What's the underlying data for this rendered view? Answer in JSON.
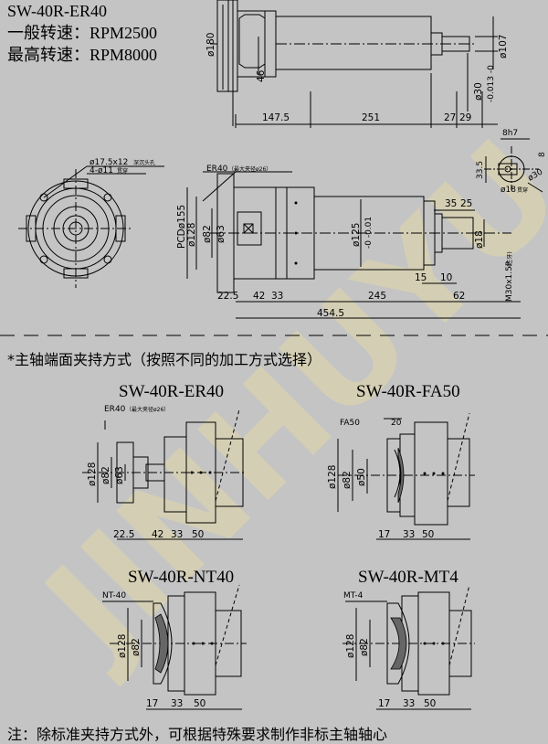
{
  "header": {
    "model": "SW-40R-ER40",
    "normal_speed": "一般转速：RPM2500",
    "max_speed": "最高转速：RPM8000"
  },
  "watermark": "JINHUYU",
  "main_drawing": {
    "side_view": {
      "dim_180": "ø180",
      "dim_46": "46",
      "dim_107": "ø107",
      "dim_30": "ø30",
      "dim_30_tol": "-0.013\n-0",
      "len_147_5": "147.5",
      "len_251": "251",
      "len_27": "27",
      "len_29": "29"
    },
    "end_view": {
      "holes_label": "ø17.5x12",
      "holes_note": "深沉头孔",
      "thru_label": "4-ø11",
      "thru_note": "贯穿"
    },
    "keyway": {
      "dim_8h7": "8h7",
      "dim_8": "8",
      "dim_33_5": "33.5",
      "dim_30": "ø30",
      "dim_18": "ø18",
      "dim_18_note": "贯穿"
    },
    "section": {
      "er_label": "ER40",
      "er_note": "（最大夹径ø26）",
      "pcd": "PCDø155",
      "d128": "ø128",
      "d82": "ø82",
      "d63": "ø63",
      "d125": "ø125",
      "d125_tol": "-0\n-0.01",
      "d18": "ø18",
      "thread": "M30x1.5P",
      "thread_note": "(左牙)",
      "len_35": "35",
      "len_25": "25",
      "len_15": "15",
      "len_10": "10",
      "len_22_5": "22.5",
      "len_42": "42",
      "len_33": "33",
      "len_245": "245",
      "len_62": "62",
      "len_454_5": "454.5"
    }
  },
  "section_title": "*主轴端面夹持方式（按照不同的加工方式选择）",
  "variants": [
    {
      "title": "SW-40R-ER40",
      "label": "ER40",
      "label_note": "（最大夹径ø26）",
      "d128": "ø128",
      "d82": "ø82",
      "d63": "ø63",
      "lens": [
        "22.5",
        "42",
        "33",
        "50"
      ]
    },
    {
      "title": "SW-40R-FA50",
      "label": "FA50",
      "d128": "ø128",
      "d82": "ø82",
      "d50": "ø50",
      "top": "20",
      "lens": [
        "17",
        "33",
        "50"
      ]
    },
    {
      "title": "SW-40R-NT40",
      "label": "NT-40",
      "d128": "ø128",
      "d82": "ø82",
      "lens": [
        "17",
        "33",
        "50"
      ]
    },
    {
      "title": "SW-40R-MT4",
      "label": "MT-4",
      "d128": "ø128",
      "d82": "ø82",
      "lens": [
        "17",
        "33",
        "50"
      ]
    }
  ],
  "footnote": "注：除标准夹持方式外，可根据特殊要求制作非标主轴轴心"
}
